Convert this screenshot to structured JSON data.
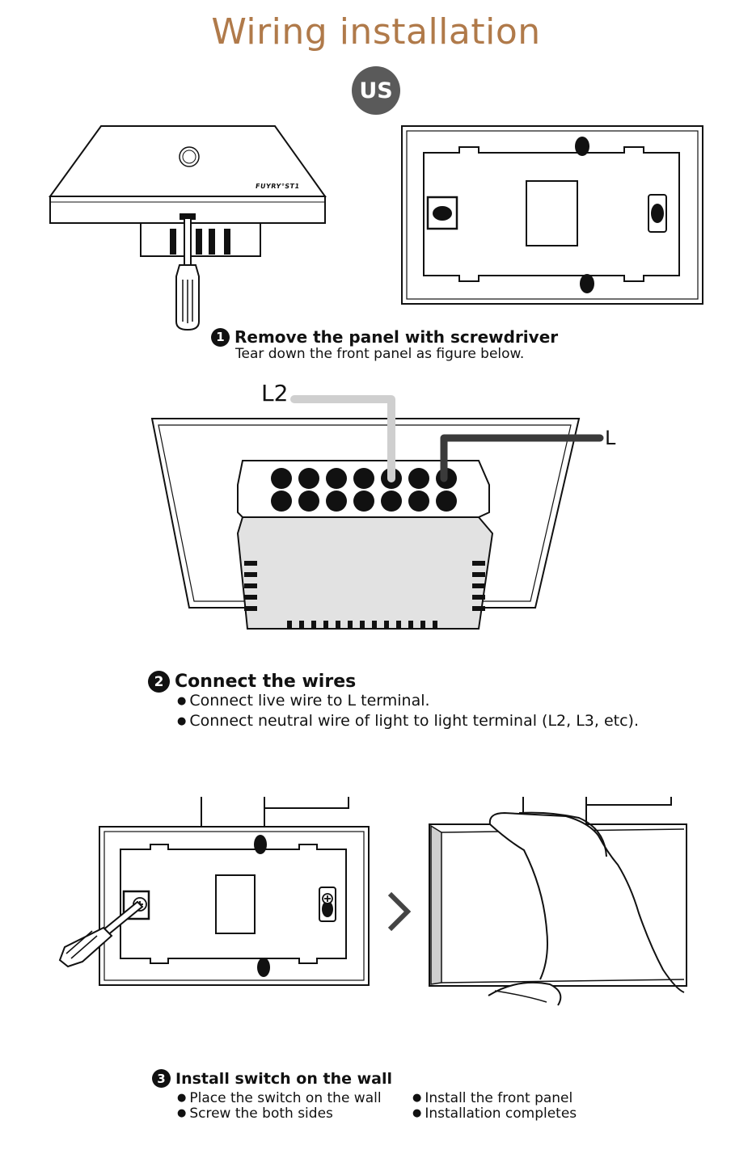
{
  "header": {
    "title": "Wiring installation",
    "region": "US"
  },
  "step1": {
    "number": "1",
    "title": "Remove the panel with screwdriver",
    "description": "Tear down the front panel as figure below.",
    "brand_mark": "FUYRY°ST1"
  },
  "step2": {
    "number": "2",
    "title": "Connect the wires",
    "bullets": [
      "Connect live wire to L terminal.",
      "Connect neutral wire of light to light terminal (L2, L3, etc)."
    ],
    "wire_labels": {
      "light": "L2",
      "live": "L"
    }
  },
  "step3": {
    "number": "3",
    "title": "Install switch on the wall",
    "bullets_left": [
      "Place the switch on the wall",
      "Screw the both sides"
    ],
    "bullets_right": [
      "Install the front panel",
      "Installation completes"
    ]
  },
  "colors": {
    "title": "#b07a4a",
    "badge": "#5a5a5a",
    "light_wire": "#cfcfcf",
    "live_wire": "#3a3a3a",
    "module_fill": "#e2e2e2"
  }
}
